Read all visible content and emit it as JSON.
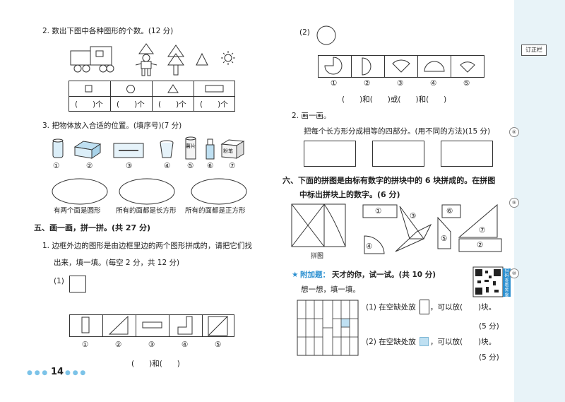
{
  "left": {
    "q2": {
      "title": "2. 数出下图中各种图形的个数。(12 分)",
      "blanks": [
        "(　　)个",
        "(　　)个",
        "(　　)个",
        "(　　)个"
      ]
    },
    "q3": {
      "title": "3. 把物体放入合适的位置。(填序号)(7 分)",
      "nums": [
        "①",
        "②",
        "③",
        "④",
        "⑤",
        "⑥",
        "⑦"
      ],
      "label5": "薯片",
      "label7": "粉笔",
      "ovals": [
        "有两个面是圆形",
        "所有的面都是长方形",
        "所有的面都是正方形"
      ]
    },
    "section5": {
      "title": "五、画一画，拼一拼。(共 27 分)",
      "q1a": "1. 边框外边的图形是由边框里边的两个图形拼成的，请把它们找",
      "q1b": "出来，填一填。(每空 2 分，共 12 分)",
      "sub1": "(1)",
      "nums": [
        "①",
        "②",
        "③",
        "④",
        "⑤"
      ],
      "answer": "(　　)和(　　)"
    },
    "page_number": "14"
  },
  "right": {
    "sub2": "(2)",
    "nums": [
      "①",
      "②",
      "③",
      "④",
      "⑤"
    ],
    "answer": "(　　)和(　　)或(　　)和(　　)",
    "q2_title": "2. 画一画。",
    "q2_text": "把每个长方形分成相等的四部分。(用不同的方法)(15 分)",
    "section6_a": "六、下面的拼图是由标有数字的拼块中的 6 块拼成的。在拼图",
    "section6_b": "中标出拼块上的数字。(6 分)",
    "puzzle_caption": "拼图",
    "pieces": [
      "①",
      "②",
      "③",
      "④",
      "⑤",
      "⑥",
      "⑦"
    ],
    "bonus_star": "★",
    "bonus_title": "附加题：",
    "bonus_rest": "天才的你，试一试。(共 10 分)",
    "bonus_sub": "想一想，填一填。",
    "b1_a": "(1) 在空缺处放",
    "b1_b": "，可以放(",
    "b1_c": ")块。",
    "b1_score": "(5 分)",
    "b2_a": "(2) 在空缺处放",
    "b2_b": "，可以放(",
    "b2_c": ")块。",
    "b2_score": "(5 分)",
    "qr_caption": "扫码查看答案"
  },
  "sidebar": {
    "label": "订正栏",
    "circles": [
      "⑧",
      "⑨",
      "⑩"
    ]
  },
  "colors": {
    "accent": "#2a8fd0",
    "grid_fill": "#bfe0f2",
    "sidebar": "#e8f3f8"
  }
}
